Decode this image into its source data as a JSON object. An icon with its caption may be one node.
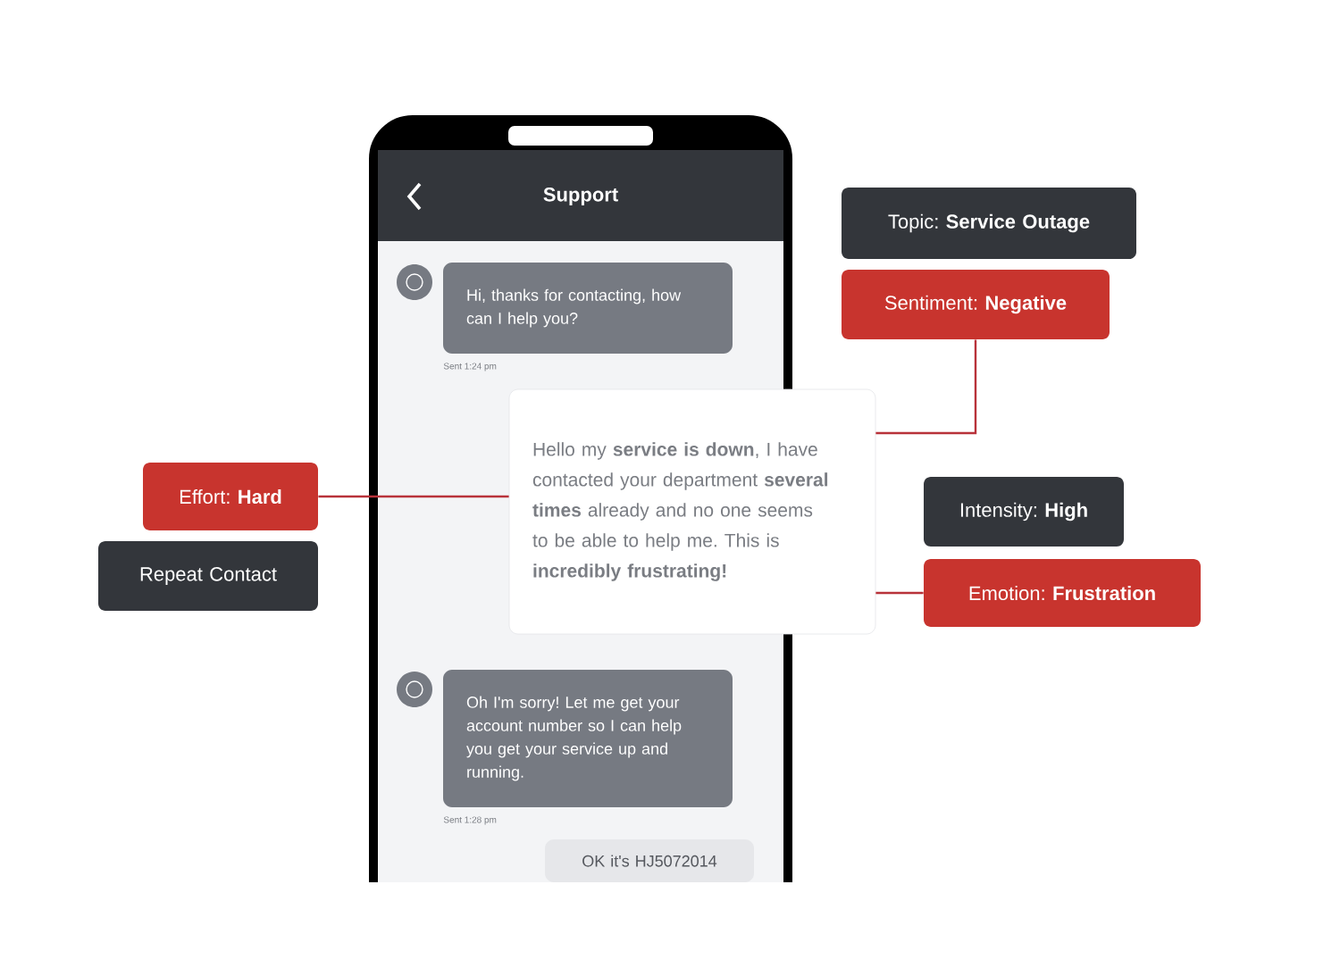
{
  "diagram": {
    "nodes": [
      {
        "text": [
          "Hi, thanks for contacting, how can I help you?"
        ],
        "beside": [
          "Sent 1:24 pm"
        ]
      },
      {
        "text": [
          "Hello my **service is down**, I have contacted your department **several times** already and no one seems to be able to help me. This is **incredibly frustrating!**"
        ]
      },
      {
        "text": [
          "Oh I'm sorry! Let me get your account number so I can help you get your service up and running."
        ],
        "beside": [
          "Sent 1:28 pm"
        ]
      },
      {
        "text": [
          "OK it's HJ5072014"
        ]
      },
      {
        "text": [
          "Topic: **Service Outage**"
        ]
      },
      {
        "text": [
          "Sentiment: **Negative**"
        ]
      },
      {
        "text": [
          "Effort: **Hard**"
        ]
      },
      {
        "text": [
          "Intensity: **High**"
        ]
      },
      {
        "text": [
          "Repeat Contact"
        ]
      },
      {
        "text": [
          "Emotion: **Frustration**"
        ]
      }
    ],
    "edges": [
      {
        "from": 5,
        "to": 1,
        "arrow": "none"
      },
      {
        "from": 6,
        "to": 1,
        "arrow": "none"
      },
      {
        "from": 9,
        "to": 1,
        "arrow": "none"
      }
    ],
    "labels": [
      "Support"
    ]
  }
}
